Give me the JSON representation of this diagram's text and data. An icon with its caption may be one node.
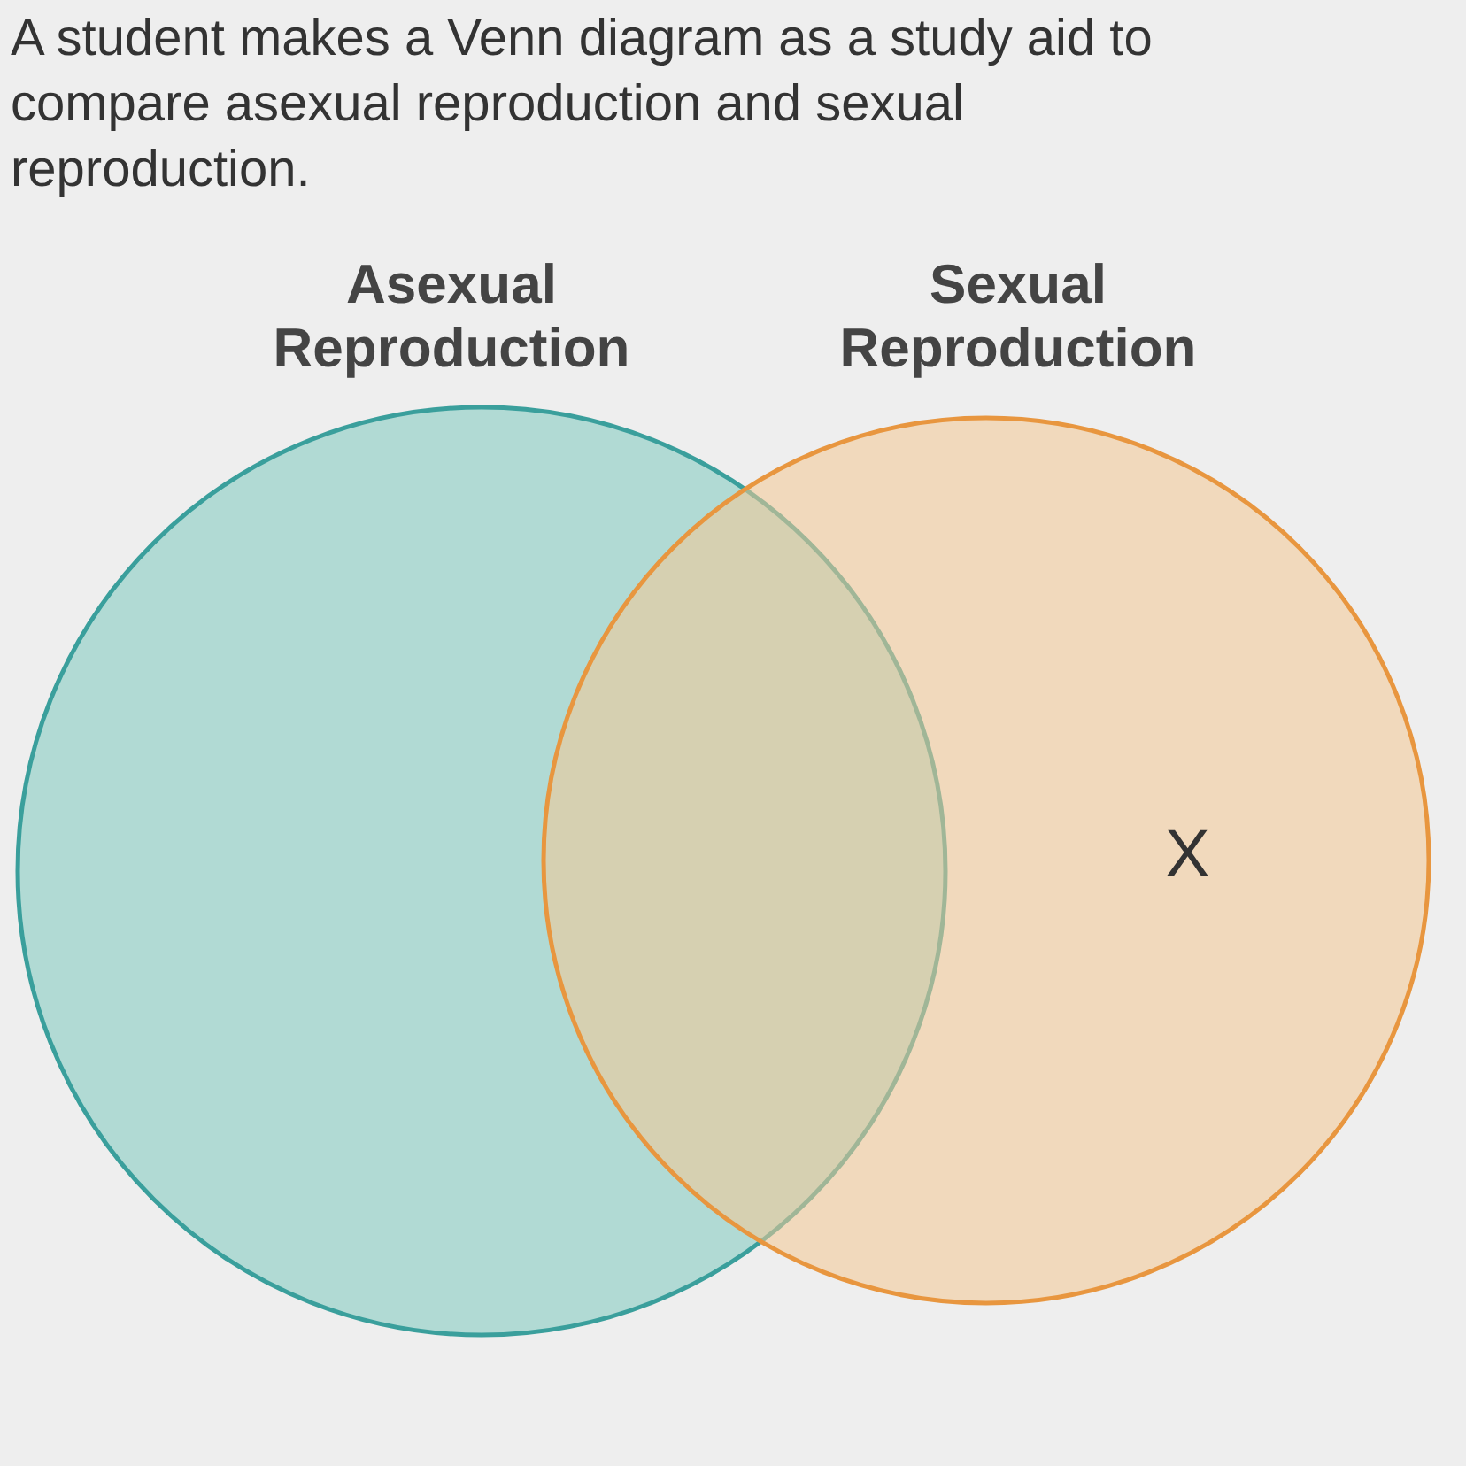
{
  "diagram": {
    "title": "A student makes a Venn diagram as a study aid to compare asexual reproduction and sexual reproduction.",
    "nodes": [
      {
        "text": [
          "Asexual Reproduction"
        ]
      },
      {
        "text": [
          "Sexual Reproduction"
        ]
      }
    ],
    "labels": [
      "X"
    ]
  }
}
